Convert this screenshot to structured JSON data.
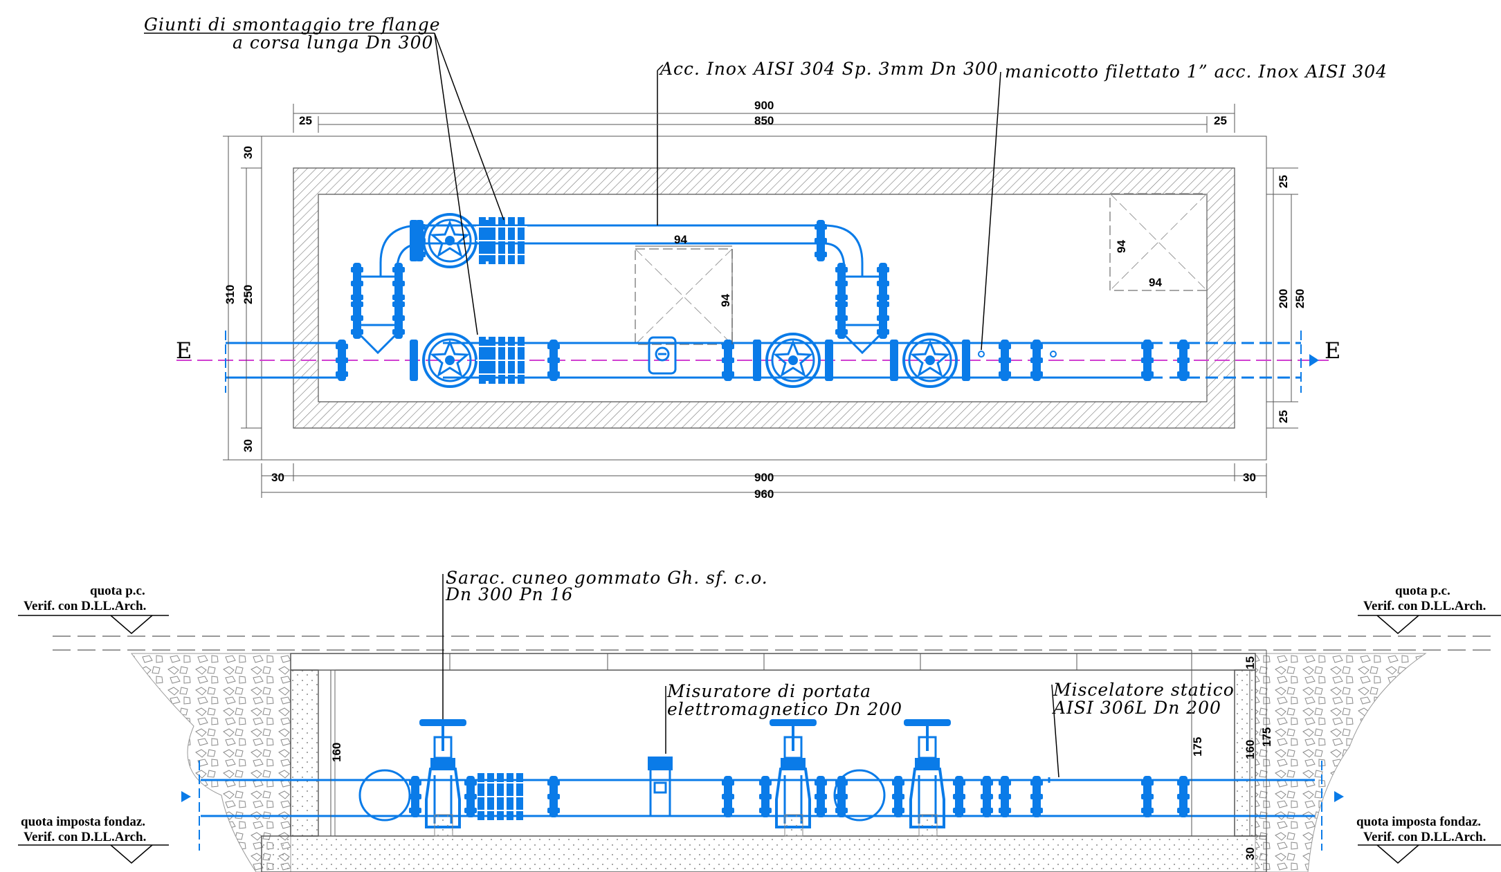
{
  "section_marker": "E",
  "notes": {
    "giunti_line1": "Giunti di smontaggio tre flange",
    "giunti_line2": "a corsa lunga Dn 300",
    "acc_inox": "Acc. Inox AISI 304 Sp. 3mm Dn 300",
    "manicotto": "manicotto filettato 1” acc. Inox AISI 304",
    "sarac_line1": "Sarac. cuneo gommato Gh. sf. c.o.",
    "sarac_line2": "Dn 300 Pn 16",
    "misuratore_line1": "Misuratore di portata",
    "misuratore_line2": "elettromagnetico Dn 200",
    "miscelatore_line1": "Miscelatore statico",
    "miscelatore_line2": "AISI 306L Dn 200"
  },
  "levels": {
    "quota_pc": "quota p.c.",
    "quota_fondaz": "quota imposta fondaz.",
    "verif": "Verif. con D.LL.Arch."
  },
  "dims": {
    "d900": "900",
    "d850": "850",
    "d25": "25",
    "d960": "960",
    "d30": "30",
    "d94": "94",
    "d310": "310",
    "d250": "250",
    "d200": "200",
    "d160": "160",
    "d175": "175",
    "d15": "15"
  }
}
